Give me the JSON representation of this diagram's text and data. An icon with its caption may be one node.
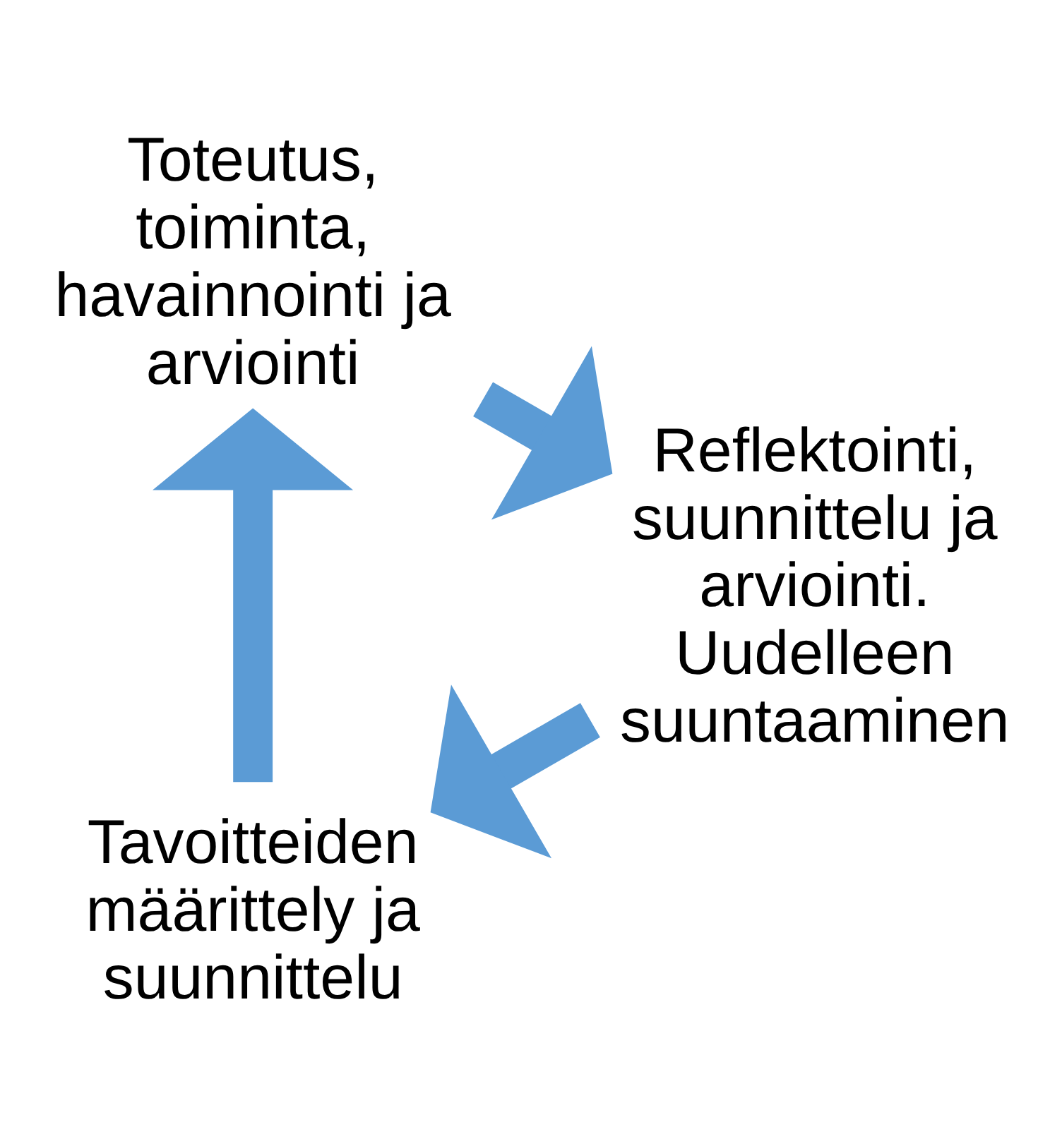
{
  "diagram": {
    "nodes": [
      {
        "text": [
          "Tavoitteiden määrittely ja suunnittelu"
        ]
      },
      {
        "text": [
          "Toteutus, toiminta, havainnointi ja arviointi"
        ]
      },
      {
        "text": [
          "Reflektointi, suunnittelu ja arviointi.",
          "Uudelleen suuntaaminen"
        ]
      }
    ],
    "edges": [
      {
        "from": 0,
        "to": 1,
        "arrow": "to"
      },
      {
        "from": 1,
        "to": 2,
        "arrow": "to"
      },
      {
        "from": 2,
        "to": 0,
        "arrow": "to"
      }
    ]
  }
}
